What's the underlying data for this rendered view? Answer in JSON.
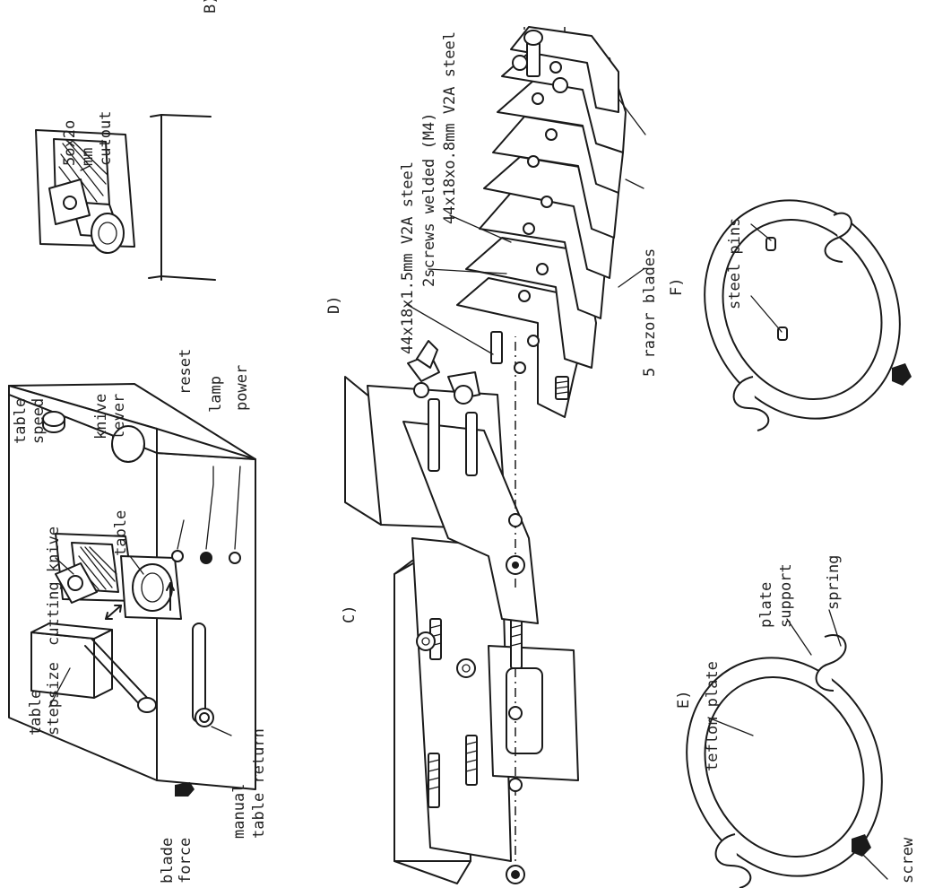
{
  "panels": {
    "A": {
      "labels": {
        "table_stepsize": "table\nstepsize",
        "cutting_knive": "cutting knive",
        "table": "table",
        "table_speed": "table\nspeed",
        "knive_lever": "knive\nlever",
        "reset": "reset",
        "lamp": "lamp",
        "power": "power",
        "manual_table_return": "manual\ntable return",
        "blade_force": "blade\nforce"
      }
    },
    "B": {
      "label": "B)",
      "labels": {
        "cutout": "5ox2o\nmm\ncutout"
      }
    },
    "C": {
      "label": "C)"
    },
    "D": {
      "label": "D)",
      "labels": {
        "steel1": "44x18x1.5mm V2A steel",
        "screws": "2screws welded (M4)",
        "steel2": "44x18xo.8mm V2A steel",
        "blades": "5 razor blades"
      }
    },
    "E": {
      "label": "E)",
      "labels": {
        "teflon_plate": "teflon plate",
        "plate_support": "plate\nsupport",
        "spring": "spring",
        "screw": "screw"
      }
    },
    "F": {
      "label": "F)",
      "labels": {
        "steel_pins": "steel pins"
      }
    }
  }
}
